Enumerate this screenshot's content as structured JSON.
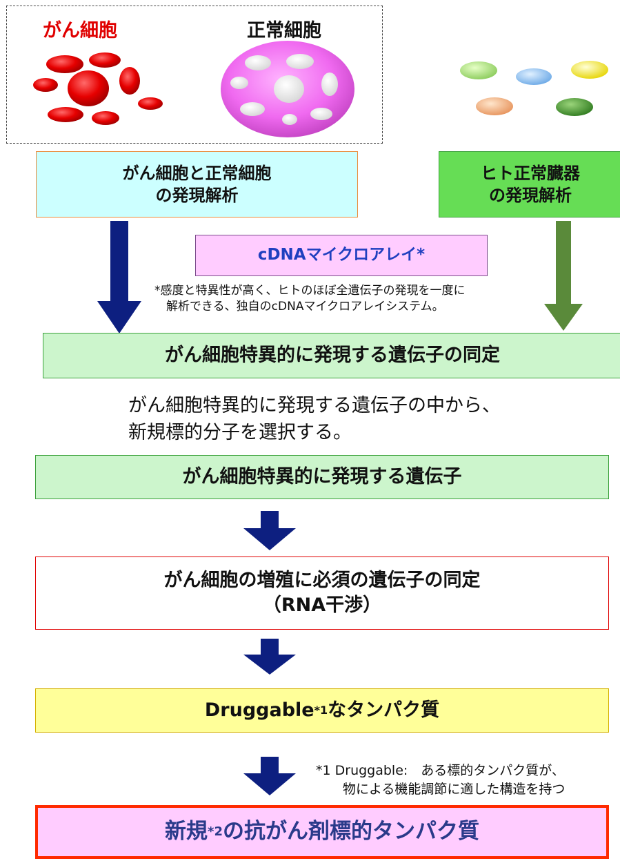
{
  "cells": {
    "cancer_label": "がん細胞",
    "normal_label": "正常細胞"
  },
  "boxes": {
    "cancer_vs_normal": [
      "がん細胞と正常細胞",
      "の発現解析"
    ],
    "normal_organs": [
      "ヒト正常臓器",
      "の発現解析"
    ],
    "microarray": "cDNAマイクロアレイ*",
    "microarray_note": [
      "*感度と特異性が高く、ヒトのほぼ全遺伝子の発現を一度に",
      "解析できる、独自のcDNAマイクロアレイシステム。"
    ],
    "identify_specific": "がん細胞特異的に発現する遺伝子の同定",
    "select_text": [
      "がん細胞特異的に発現する遺伝子の中から、",
      "新規標的分子を選択する。"
    ],
    "specific_genes": "がん細胞特異的に発現する遺伝子",
    "essential_genes": [
      "がん細胞の増殖に必須の遺伝子の同定",
      "（RNA干渉）"
    ],
    "druggable_main": "Druggable",
    "druggable_sup": "*1",
    "druggable_rest": " なタンパク質",
    "druggable_note": [
      "*1 Druggable:　ある標的タンパク質が、",
      "物による機能調節に適した構造を持つ"
    ],
    "final_pre": "新規",
    "final_sup": "*2",
    "final_post": "の抗がん剤標的タンパク質"
  },
  "colors": {
    "cancer_red": "#e00000",
    "normal_pink": "#ee66ee",
    "cyan_box": "#ccffff",
    "orange_border": "#e88a3a",
    "green_box": "#66dd55",
    "light_green_box": "#ccf5cc",
    "green_border": "#3aa03a",
    "pink_box": "#ffccff",
    "purple_border": "#7a4a8a",
    "navy_arrow": "#0d1f80",
    "olive_arrow": "#5a8a3a",
    "blue_text": "#1f3fbf",
    "yellow_box": "#ffff99",
    "yellow_border": "#d4b000",
    "red_border": "#ff2a00"
  }
}
